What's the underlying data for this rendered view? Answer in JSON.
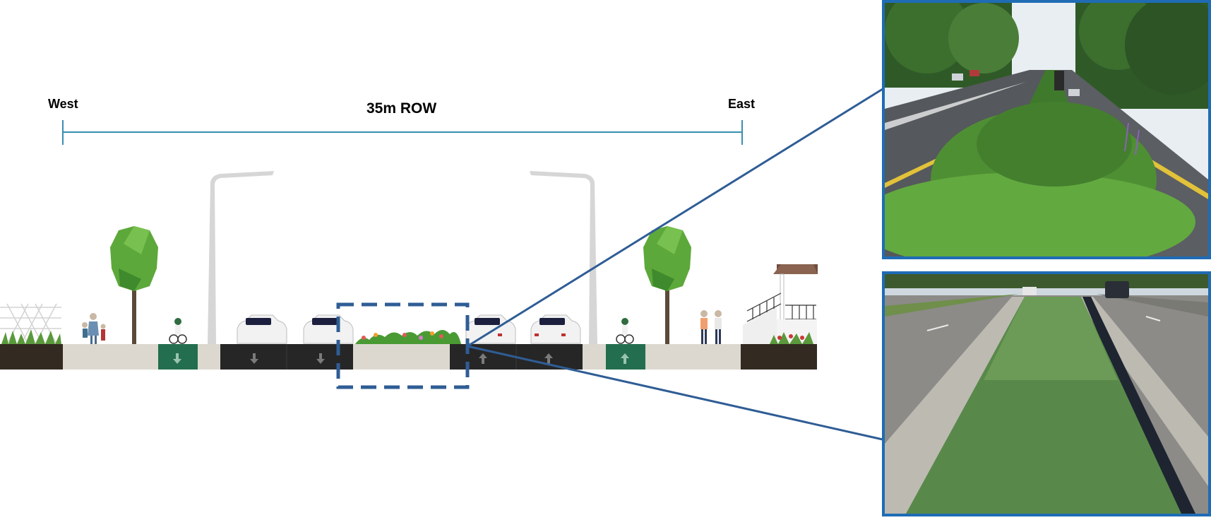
{
  "labels": {
    "west": "West",
    "east": "East",
    "row": "35m ROW"
  },
  "colors": {
    "dimension_line": "#3a8fb0",
    "callout": "#2f5d95",
    "photo_border": "#1f6cb5",
    "asphalt": "#262626",
    "sidewalk": "#dcd8cf",
    "bike_lane": "#236e4f",
    "tree_foliage": "#5da83a",
    "soil": "#332a22"
  },
  "icons": {
    "tree": "tree-icon",
    "street_light": "street-light-icon",
    "car": "car-icon",
    "cyclist": "cyclist-icon",
    "pedestrian": "pedestrian-icon",
    "arrow_down": "arrow-down-icon",
    "arrow_up": "arrow-up-icon",
    "fence": "fence-icon",
    "porch": "porch-icon"
  },
  "photos": [
    {
      "subject": "planted-median-street"
    },
    {
      "subject": "turf-median-street"
    }
  ]
}
